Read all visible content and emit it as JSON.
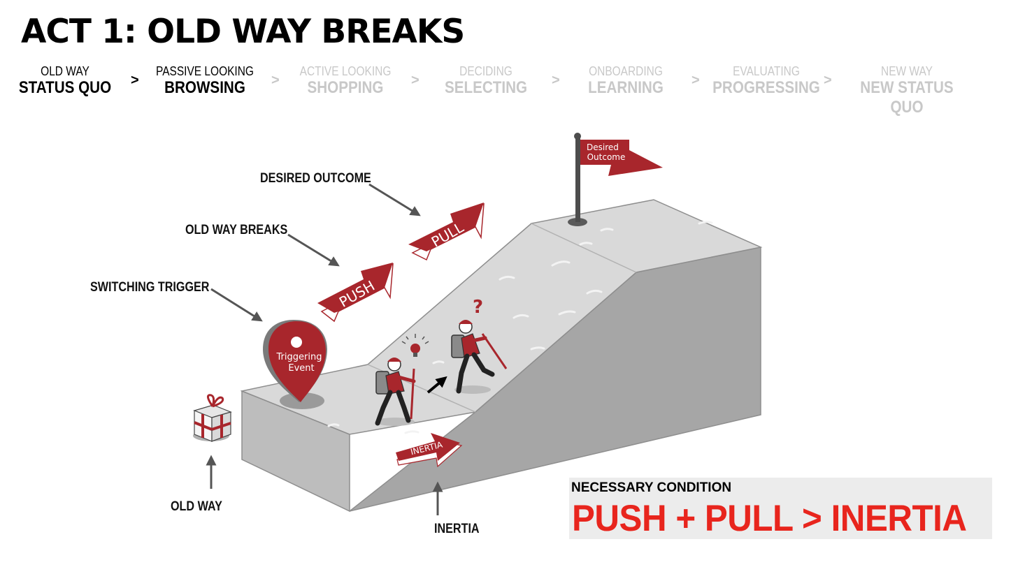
{
  "title": "ACT 1: OLD WAY BREAKS",
  "stages": [
    {
      "top": "OLD WAY",
      "bottom": "STATUS QUO",
      "state": "done"
    },
    {
      "top": "PASSIVE LOOKING",
      "bottom": "BROWSING",
      "state": "done"
    },
    {
      "top": "ACTIVE LOOKING",
      "bottom": "SHOPPING",
      "state": "todo"
    },
    {
      "top": "DECIDING",
      "bottom": "SELECTING",
      "state": "todo"
    },
    {
      "top": "ONBOARDING",
      "bottom": "LEARNING",
      "state": "todo"
    },
    {
      "top": "EVALUATING",
      "bottom": "PROGRESSING",
      "state": "todo"
    },
    {
      "top": "NEW WAY",
      "bottom": "NEW STATUS QUO",
      "state": "todo"
    }
  ],
  "separator": ">",
  "labels": {
    "desired_outcome": "DESIRED OUTCOME",
    "old_way_breaks": "OLD WAY BREAKS",
    "switching_trigger": "SWITCHING TRIGGER",
    "old_way": "OLD WAY",
    "inertia": "INERTIA"
  },
  "diagram": {
    "flag_line1": "Desired",
    "flag_line2": "Outcome",
    "pin_line1": "Triggering",
    "pin_line2": "Event",
    "push": "PUSH",
    "pull": "PULL",
    "inertia_badge": "INERTIA"
  },
  "condition": {
    "caption": "NECESSARY CONDITION",
    "formula": "PUSH + PULL > INERTIA"
  },
  "colors": {
    "accent_red": "#a8262c",
    "formula_red": "#e8251d",
    "done_text": "#000000",
    "todo_text": "#c8c8c8",
    "block_top": "#d8d8d8",
    "block_front": "#b9b9b9",
    "block_side": "#a3a3a3"
  },
  "icons": [
    "gift-icon",
    "map-pin-icon",
    "flag-icon",
    "lightbulb-icon",
    "question-mark-icon",
    "hiker-icon"
  ]
}
